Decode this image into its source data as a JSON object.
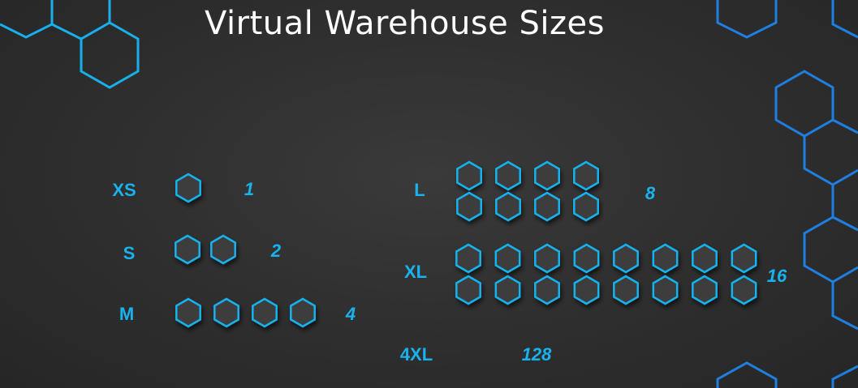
{
  "title": "Virtual Warehouse Sizes",
  "colors": {
    "accent": "#19b2ee",
    "decor_blue": "#1f7fe0",
    "node_fill": "#3c3c3c",
    "background": "#2f2f2f"
  },
  "node_icon": "hexagon-icon",
  "sizes": [
    {
      "label": "XS",
      "nodes": 1,
      "count": "1"
    },
    {
      "label": "S",
      "nodes": 2,
      "count": "2"
    },
    {
      "label": "M",
      "nodes": 4,
      "count": "4"
    },
    {
      "label": "L",
      "nodes": 8,
      "count": "8"
    },
    {
      "label": "XL",
      "nodes": 16,
      "count": "16"
    },
    {
      "label": "4XL",
      "count": "128"
    }
  ]
}
